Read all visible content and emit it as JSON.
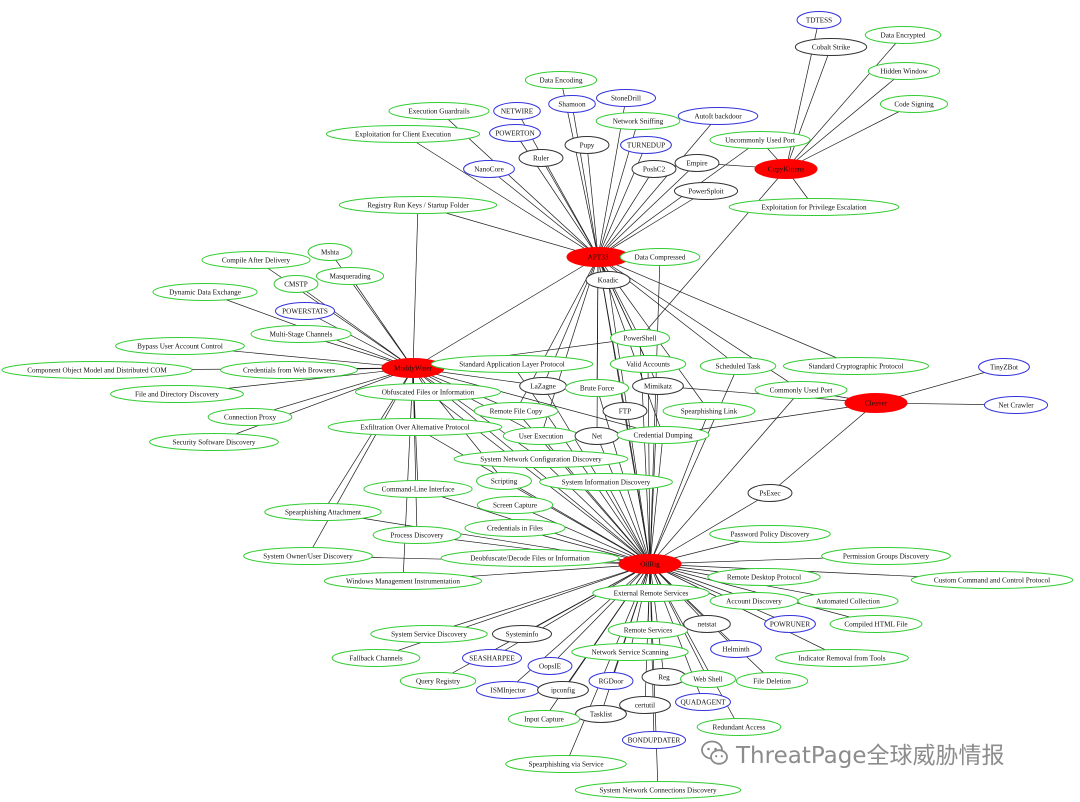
{
  "graph": {
    "colors": {
      "group": "#ff0000",
      "technique": "#33cc33",
      "malware": "#3333dd",
      "tool": "#333333"
    },
    "nodes": [
      {
        "id": "apt33",
        "label": "APT33",
        "type": "group"
      },
      {
        "id": "muddywater",
        "label": "MuddyWater",
        "type": "group"
      },
      {
        "id": "oilrig",
        "label": "OilRig",
        "type": "group"
      },
      {
        "id": "copykittens",
        "label": "CopyKittens",
        "type": "group"
      },
      {
        "id": "cleaver",
        "label": "Cleaver",
        "type": "group"
      },
      {
        "id": "tdtess",
        "label": "TDTESS",
        "type": "malware"
      },
      {
        "id": "cobalt",
        "label": "Cobalt Strike",
        "type": "tool"
      },
      {
        "id": "dataenc",
        "label": "Data Encrypted",
        "type": "technique"
      },
      {
        "id": "hiddenwin",
        "label": "Hidden Window",
        "type": "technique"
      },
      {
        "id": "codesign",
        "label": "Code Signing",
        "type": "technique"
      },
      {
        "id": "dataencoding",
        "label": "Data Encoding",
        "type": "technique"
      },
      {
        "id": "stonedrill",
        "label": "StoneDrill",
        "type": "malware"
      },
      {
        "id": "shamoon",
        "label": "Shamoon",
        "type": "malware"
      },
      {
        "id": "execguard",
        "label": "Execution Guardrails",
        "type": "technique"
      },
      {
        "id": "netwire",
        "label": "NETWIRE",
        "type": "malware"
      },
      {
        "id": "netsniff",
        "label": "Network Sniffing",
        "type": "technique"
      },
      {
        "id": "autoitbd",
        "label": "AutoIt backdoor",
        "type": "malware"
      },
      {
        "id": "powerton",
        "label": "POWERTON",
        "type": "malware"
      },
      {
        "id": "exploitclient",
        "label": "Exploitation for Client Execution",
        "type": "technique"
      },
      {
        "id": "pupy",
        "label": "Pupy",
        "type": "tool"
      },
      {
        "id": "turnedup",
        "label": "TURNEDUP",
        "type": "malware"
      },
      {
        "id": "uncommonport",
        "label": "Uncommonly Used Port",
        "type": "technique"
      },
      {
        "id": "ruler",
        "label": "Ruler",
        "type": "tool"
      },
      {
        "id": "nanocore",
        "label": "NanoCore",
        "type": "malware"
      },
      {
        "id": "poshc2",
        "label": "PoshC2",
        "type": "tool"
      },
      {
        "id": "empire",
        "label": "Empire",
        "type": "tool"
      },
      {
        "id": "powersploit",
        "label": "PowerSploit",
        "type": "tool"
      },
      {
        "id": "regrun",
        "label": "Registry Run Keys / Startup Folder",
        "type": "technique"
      },
      {
        "id": "exploitpriv",
        "label": "Exploitation for Privilege Escalation",
        "type": "technique"
      },
      {
        "id": "datacomp",
        "label": "Data Compressed",
        "type": "technique"
      },
      {
        "id": "koadic",
        "label": "Koadic",
        "type": "tool"
      },
      {
        "id": "mshta",
        "label": "Mshta",
        "type": "technique"
      },
      {
        "id": "compileafter",
        "label": "Compile After Delivery",
        "type": "technique"
      },
      {
        "id": "masquerading",
        "label": "Masquerading",
        "type": "technique"
      },
      {
        "id": "cmstp",
        "label": "CMSTP",
        "type": "technique"
      },
      {
        "id": "dde",
        "label": "Dynamic Data Exchange",
        "type": "technique"
      },
      {
        "id": "powerstats",
        "label": "POWERSTATS",
        "type": "malware"
      },
      {
        "id": "multistage",
        "label": "Multi-Stage Channels",
        "type": "technique"
      },
      {
        "id": "bypassuac",
        "label": "Bypass User Account Control",
        "type": "technique"
      },
      {
        "id": "com",
        "label": "Component Object Model and Distributed COM",
        "type": "technique"
      },
      {
        "id": "credbrowsers",
        "label": "Credentials from Web Browsers",
        "type": "technique"
      },
      {
        "id": "filedisc",
        "label": "File and Directory Discovery",
        "type": "technique"
      },
      {
        "id": "connproxy",
        "label": "Connection Proxy",
        "type": "technique"
      },
      {
        "id": "secsoft",
        "label": "Security Software Discovery",
        "type": "technique"
      },
      {
        "id": "stdapp",
        "label": "Standard Application Layer Protocol",
        "type": "technique"
      },
      {
        "id": "powershell",
        "label": "PowerShell",
        "type": "technique"
      },
      {
        "id": "validacc",
        "label": "Valid Accounts",
        "type": "technique"
      },
      {
        "id": "schedtask",
        "label": "Scheduled Task",
        "type": "technique"
      },
      {
        "id": "stdcrypto",
        "label": "Standard Cryptographic Protocol",
        "type": "technique"
      },
      {
        "id": "tinyzbot",
        "label": "TinyZBot",
        "type": "malware"
      },
      {
        "id": "lazagne",
        "label": "LaZagne",
        "type": "tool"
      },
      {
        "id": "bruteforce",
        "label": "Brute Force",
        "type": "technique"
      },
      {
        "id": "mimikatz",
        "label": "Mimikatz",
        "type": "tool"
      },
      {
        "id": "commonport",
        "label": "Commonly Used Port",
        "type": "technique"
      },
      {
        "id": "netcrawler",
        "label": "Net Crawler",
        "type": "malware"
      },
      {
        "id": "obfusc",
        "label": "Obfuscated Files or Information",
        "type": "technique"
      },
      {
        "id": "remotefile",
        "label": "Remote File Copy",
        "type": "technique"
      },
      {
        "id": "ftp",
        "label": "FTP",
        "type": "tool"
      },
      {
        "id": "spearlink",
        "label": "Spearphishing Link",
        "type": "technique"
      },
      {
        "id": "exfilalt",
        "label": "Exfiltration Over Alternative Protocol",
        "type": "technique"
      },
      {
        "id": "userexec",
        "label": "User Execution",
        "type": "technique"
      },
      {
        "id": "net",
        "label": "Net",
        "type": "tool"
      },
      {
        "id": "creddump",
        "label": "Credential Dumping",
        "type": "technique"
      },
      {
        "id": "sysnetconf",
        "label": "System Network Configuration Discovery",
        "type": "technique"
      },
      {
        "id": "scripting",
        "label": "Scripting",
        "type": "technique"
      },
      {
        "id": "sysinfo",
        "label": "System Information Discovery",
        "type": "technique"
      },
      {
        "id": "cmdline",
        "label": "Command-Line Interface",
        "type": "technique"
      },
      {
        "id": "psexec",
        "label": "PsExec",
        "type": "tool"
      },
      {
        "id": "screencap",
        "label": "Screen Capture",
        "type": "technique"
      },
      {
        "id": "spearattach",
        "label": "Spearphishing Attachment",
        "type": "technique"
      },
      {
        "id": "credfiles",
        "label": "Credentials in Files",
        "type": "technique"
      },
      {
        "id": "passpolicy",
        "label": "Password Policy Discovery",
        "type": "technique"
      },
      {
        "id": "procdisc",
        "label": "Process Discovery",
        "type": "technique"
      },
      {
        "id": "sysowner",
        "label": "System Owner/User Discovery",
        "type": "technique"
      },
      {
        "id": "deobf",
        "label": "Deobfuscate/Decode Files or Information",
        "type": "technique"
      },
      {
        "id": "permgroups",
        "label": "Permission Groups Discovery",
        "type": "technique"
      },
      {
        "id": "wmi",
        "label": "Windows Management Instrumentation",
        "type": "technique"
      },
      {
        "id": "rdp",
        "label": "Remote Desktop Protocol",
        "type": "technique"
      },
      {
        "id": "customc2",
        "label": "Custom Command and Control Protocol",
        "type": "technique"
      },
      {
        "id": "extremote",
        "label": "External Remote Services",
        "type": "technique"
      },
      {
        "id": "accdisc",
        "label": "Account Discovery",
        "type": "technique"
      },
      {
        "id": "autocoll",
        "label": "Automated Collection",
        "type": "technique"
      },
      {
        "id": "svcdisc",
        "label": "System Service Discovery",
        "type": "technique"
      },
      {
        "id": "systeminfo",
        "label": "Systeminfo",
        "type": "tool"
      },
      {
        "id": "remotesvc",
        "label": "Remote Services",
        "type": "technique"
      },
      {
        "id": "netstat",
        "label": "netstat",
        "type": "tool"
      },
      {
        "id": "powruner",
        "label": "POWRUNER",
        "type": "malware"
      },
      {
        "id": "chm",
        "label": "Compiled HTML File",
        "type": "technique"
      },
      {
        "id": "fallback",
        "label": "Fallback Channels",
        "type": "technique"
      },
      {
        "id": "seasharpee",
        "label": "SEASHARPEE",
        "type": "malware"
      },
      {
        "id": "netsvcscan",
        "label": "Network Service Scanning",
        "type": "technique"
      },
      {
        "id": "helminth",
        "label": "Helminth",
        "type": "malware"
      },
      {
        "id": "indicatorrem",
        "label": "Indicator Removal from Tools",
        "type": "technique"
      },
      {
        "id": "oopsie",
        "label": "OopsIE",
        "type": "malware"
      },
      {
        "id": "queryreg",
        "label": "Query Registry",
        "type": "technique"
      },
      {
        "id": "ismi",
        "label": "ISMInjector",
        "type": "malware"
      },
      {
        "id": "ipconfig",
        "label": "ipconfig",
        "type": "tool"
      },
      {
        "id": "rgdoor",
        "label": "RGDoor",
        "type": "malware"
      },
      {
        "id": "reg",
        "label": "Reg",
        "type": "tool"
      },
      {
        "id": "webshell",
        "label": "Web Shell",
        "type": "technique"
      },
      {
        "id": "filedel",
        "label": "File Deletion",
        "type": "technique"
      },
      {
        "id": "certutil",
        "label": "certutil",
        "type": "tool"
      },
      {
        "id": "quadagent",
        "label": "QUADAGENT",
        "type": "malware"
      },
      {
        "id": "tasklist",
        "label": "Tasklist",
        "type": "tool"
      },
      {
        "id": "inputcap",
        "label": "Input Capture",
        "type": "technique"
      },
      {
        "id": "redundant",
        "label": "Redundant Access",
        "type": "technique"
      },
      {
        "id": "bondupdater",
        "label": "BONDUPDATER",
        "type": "malware"
      },
      {
        "id": "spearsvc",
        "label": "Spearphishing via Service",
        "type": "technique"
      },
      {
        "id": "sysnetconn",
        "label": "System Network Connections Discovery",
        "type": "technique"
      }
    ],
    "edges": [
      [
        "copykittens",
        "tdtess"
      ],
      [
        "copykittens",
        "cobalt"
      ],
      [
        "copykittens",
        "dataenc"
      ],
      [
        "copykittens",
        "hiddenwin"
      ],
      [
        "copykittens",
        "codesign"
      ],
      [
        "copykittens",
        "empire"
      ],
      [
        "copykittens",
        "uncommonport"
      ],
      [
        "copykittens",
        "exploitpriv"
      ],
      [
        "copykittens",
        "powershell"
      ],
      [
        "apt33",
        "dataencoding"
      ],
      [
        "apt33",
        "shamoon"
      ],
      [
        "apt33",
        "stonedrill"
      ],
      [
        "apt33",
        "netsniff"
      ],
      [
        "apt33",
        "autoitbd"
      ],
      [
        "apt33",
        "execguard"
      ],
      [
        "apt33",
        "netwire"
      ],
      [
        "apt33",
        "powerton"
      ],
      [
        "apt33",
        "exploitclient"
      ],
      [
        "apt33",
        "ruler"
      ],
      [
        "apt33",
        "pupy"
      ],
      [
        "apt33",
        "turnedup"
      ],
      [
        "apt33",
        "nanocore"
      ],
      [
        "apt33",
        "poshc2"
      ],
      [
        "apt33",
        "empire"
      ],
      [
        "apt33",
        "powersploit"
      ],
      [
        "apt33",
        "uncommonport"
      ],
      [
        "apt33",
        "regrun"
      ],
      [
        "apt33",
        "datacomp"
      ],
      [
        "apt33",
        "koadic"
      ],
      [
        "apt33",
        "stdcrypto"
      ],
      [
        "apt33",
        "schedtask"
      ],
      [
        "apt33",
        "commonport"
      ],
      [
        "apt33",
        "powershell"
      ],
      [
        "apt33",
        "validacc"
      ],
      [
        "apt33",
        "lazagne"
      ],
      [
        "apt33",
        "bruteforce"
      ],
      [
        "apt33",
        "mimikatz"
      ],
      [
        "apt33",
        "ftp"
      ],
      [
        "apt33",
        "net"
      ],
      [
        "apt33",
        "remotefile"
      ],
      [
        "apt33",
        "userexec"
      ],
      [
        "apt33",
        "muddywater"
      ],
      [
        "apt33",
        "oilrig"
      ],
      [
        "apt33",
        "spearlink"
      ],
      [
        "apt33",
        "creddump"
      ],
      [
        "muddywater",
        "mshta"
      ],
      [
        "muddywater",
        "compileafter"
      ],
      [
        "muddywater",
        "masquerading"
      ],
      [
        "muddywater",
        "cmstp"
      ],
      [
        "muddywater",
        "dde"
      ],
      [
        "muddywater",
        "powerstats"
      ],
      [
        "muddywater",
        "multistage"
      ],
      [
        "muddywater",
        "bypassuac"
      ],
      [
        "muddywater",
        "com"
      ],
      [
        "muddywater",
        "credbrowsers"
      ],
      [
        "muddywater",
        "filedisc"
      ],
      [
        "muddywater",
        "connproxy"
      ],
      [
        "muddywater",
        "secsoft"
      ],
      [
        "muddywater",
        "stdapp"
      ],
      [
        "muddywater",
        "obfusc"
      ],
      [
        "muddywater",
        "exfilalt"
      ],
      [
        "muddywater",
        "lazagne"
      ],
      [
        "muddywater",
        "remotefile"
      ],
      [
        "muddywater",
        "userexec"
      ],
      [
        "muddywater",
        "spearattach"
      ],
      [
        "muddywater",
        "sysowner"
      ],
      [
        "muddywater",
        "wmi"
      ],
      [
        "muddywater",
        "procdisc"
      ],
      [
        "muddywater",
        "powershell"
      ],
      [
        "muddywater",
        "sysnetconf"
      ],
      [
        "muddywater",
        "scripting"
      ],
      [
        "muddywater",
        "oilrig"
      ],
      [
        "muddywater",
        "regrun"
      ],
      [
        "muddywater",
        "creddump"
      ],
      [
        "muddywater",
        "cmdline"
      ],
      [
        "cleaver",
        "tinyzbot"
      ],
      [
        "cleaver",
        "netcrawler"
      ],
      [
        "cleaver",
        "commonport"
      ],
      [
        "cleaver",
        "psexec"
      ],
      [
        "cleaver",
        "mimikatz"
      ],
      [
        "cleaver",
        "creddump"
      ],
      [
        "oilrig",
        "psexec"
      ],
      [
        "oilrig",
        "passpolicy"
      ],
      [
        "oilrig",
        "permgroups"
      ],
      [
        "oilrig",
        "customc2"
      ],
      [
        "oilrig",
        "rdp"
      ],
      [
        "oilrig",
        "accdisc"
      ],
      [
        "oilrig",
        "autocoll"
      ],
      [
        "oilrig",
        "chm"
      ],
      [
        "oilrig",
        "powruner"
      ],
      [
        "oilrig",
        "indicatorrem"
      ],
      [
        "oilrig",
        "helminth"
      ],
      [
        "oilrig",
        "netstat"
      ],
      [
        "oilrig",
        "filedel"
      ],
      [
        "oilrig",
        "redundant"
      ],
      [
        "oilrig",
        "quadagent"
      ],
      [
        "oilrig",
        "certutil"
      ],
      [
        "oilrig",
        "webshell"
      ],
      [
        "oilrig",
        "reg"
      ],
      [
        "oilrig",
        "rgdoor"
      ],
      [
        "oilrig",
        "tasklist"
      ],
      [
        "oilrig",
        "bondupdater"
      ],
      [
        "oilrig",
        "sysnetconn"
      ],
      [
        "oilrig",
        "spearsvc"
      ],
      [
        "oilrig",
        "inputcap"
      ],
      [
        "oilrig",
        "ipconfig"
      ],
      [
        "oilrig",
        "ismi"
      ],
      [
        "oilrig",
        "oopsie"
      ],
      [
        "oilrig",
        "queryreg"
      ],
      [
        "oilrig",
        "seasharpee"
      ],
      [
        "oilrig",
        "fallback"
      ],
      [
        "oilrig",
        "svcdisc"
      ],
      [
        "oilrig",
        "systeminfo"
      ],
      [
        "oilrig",
        "netsvcscan"
      ],
      [
        "oilrig",
        "remotesvc"
      ],
      [
        "oilrig",
        "extremote"
      ],
      [
        "oilrig",
        "deobf"
      ],
      [
        "oilrig",
        "wmi"
      ],
      [
        "oilrig",
        "sysowner"
      ],
      [
        "oilrig",
        "procdisc"
      ],
      [
        "oilrig",
        "credfiles"
      ],
      [
        "oilrig",
        "spearattach"
      ],
      [
        "oilrig",
        "screencap"
      ],
      [
        "oilrig",
        "cmdline"
      ],
      [
        "oilrig",
        "sysinfo"
      ],
      [
        "oilrig",
        "scripting"
      ],
      [
        "oilrig",
        "sysnetconf"
      ],
      [
        "oilrig",
        "creddump"
      ],
      [
        "oilrig",
        "net"
      ],
      [
        "oilrig",
        "userexec"
      ],
      [
        "oilrig",
        "exfilalt"
      ],
      [
        "oilrig",
        "ftp"
      ],
      [
        "oilrig",
        "remotefile"
      ],
      [
        "oilrig",
        "spearlink"
      ],
      [
        "oilrig",
        "obfusc"
      ],
      [
        "oilrig",
        "mimikatz"
      ],
      [
        "oilrig",
        "bruteforce"
      ],
      [
        "oilrig",
        "lazagne"
      ],
      [
        "oilrig",
        "commonport"
      ],
      [
        "oilrig",
        "validacc"
      ],
      [
        "oilrig",
        "powershell"
      ],
      [
        "oilrig",
        "schedtask"
      ],
      [
        "oilrig",
        "stdapp"
      ],
      [
        "oilrig",
        "datacomp"
      ],
      [
        "oilrig",
        "koadic"
      ]
    ]
  },
  "watermark": {
    "text": "ThreatPage全球威胁情报",
    "icon": "wechat-icon"
  }
}
